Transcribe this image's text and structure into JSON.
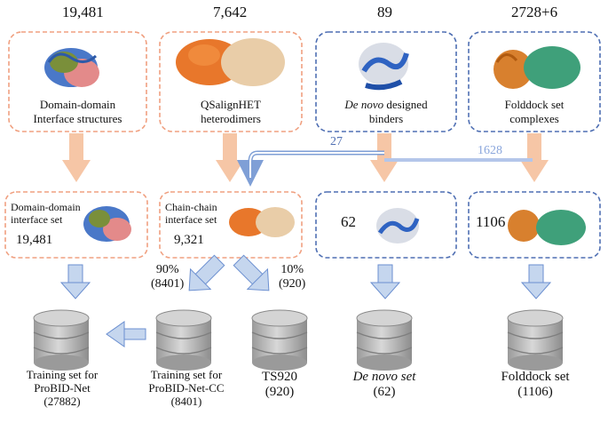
{
  "sources": [
    {
      "count": "19,481",
      "line1": "Domain-domain",
      "line2": "Interface structures",
      "italic_word": ""
    },
    {
      "count": "7,642",
      "line1": "QSalignHET",
      "line2": "heterodimers",
      "italic_word": ""
    },
    {
      "count": "89",
      "line1": "designed",
      "line2": "binders",
      "italic_word": "De novo"
    },
    {
      "count": "2728+6",
      "line1": "Folddock set",
      "line2": "complexes",
      "italic_word": ""
    }
  ],
  "transfer_labels": {
    "to_chain_chain": "27",
    "to_folddock": "1628"
  },
  "sets": {
    "domain": {
      "line1": "Domain-domain",
      "line2": "interface set",
      "count": "19,481"
    },
    "chain": {
      "line1": "Chain-chain",
      "line2": "interface set",
      "count": "9,321"
    },
    "denovo": {
      "count": "62"
    },
    "folddock": {
      "count": "1106"
    }
  },
  "splits": {
    "left_pct": "90%",
    "left_n": "(8401)",
    "right_pct": "10%",
    "right_n": "(920)"
  },
  "databases": [
    {
      "line1": "Training set for",
      "line2": "ProBID-Net",
      "line3": "(27882)",
      "italic": false
    },
    {
      "line1": "Training set for",
      "line2": "ProBID-Net-CC",
      "line3": "(8401)",
      "italic": false
    },
    {
      "line1": "TS920",
      "line2": "(920)",
      "line3": "",
      "italic": false
    },
    {
      "line1": "De novo set",
      "line2": "(62)",
      "line3": "",
      "italic": true
    },
    {
      "line1": "Folddock set",
      "line2": "(1106)",
      "line3": "",
      "italic": false
    }
  ],
  "colors": {
    "orange_border": "#f0a080",
    "blue_border": "#4f6fb3",
    "orange_arrow": "#f6c6a6",
    "blue_arrow": "#c5d6ee",
    "db_gray": "#b9b9b9"
  }
}
